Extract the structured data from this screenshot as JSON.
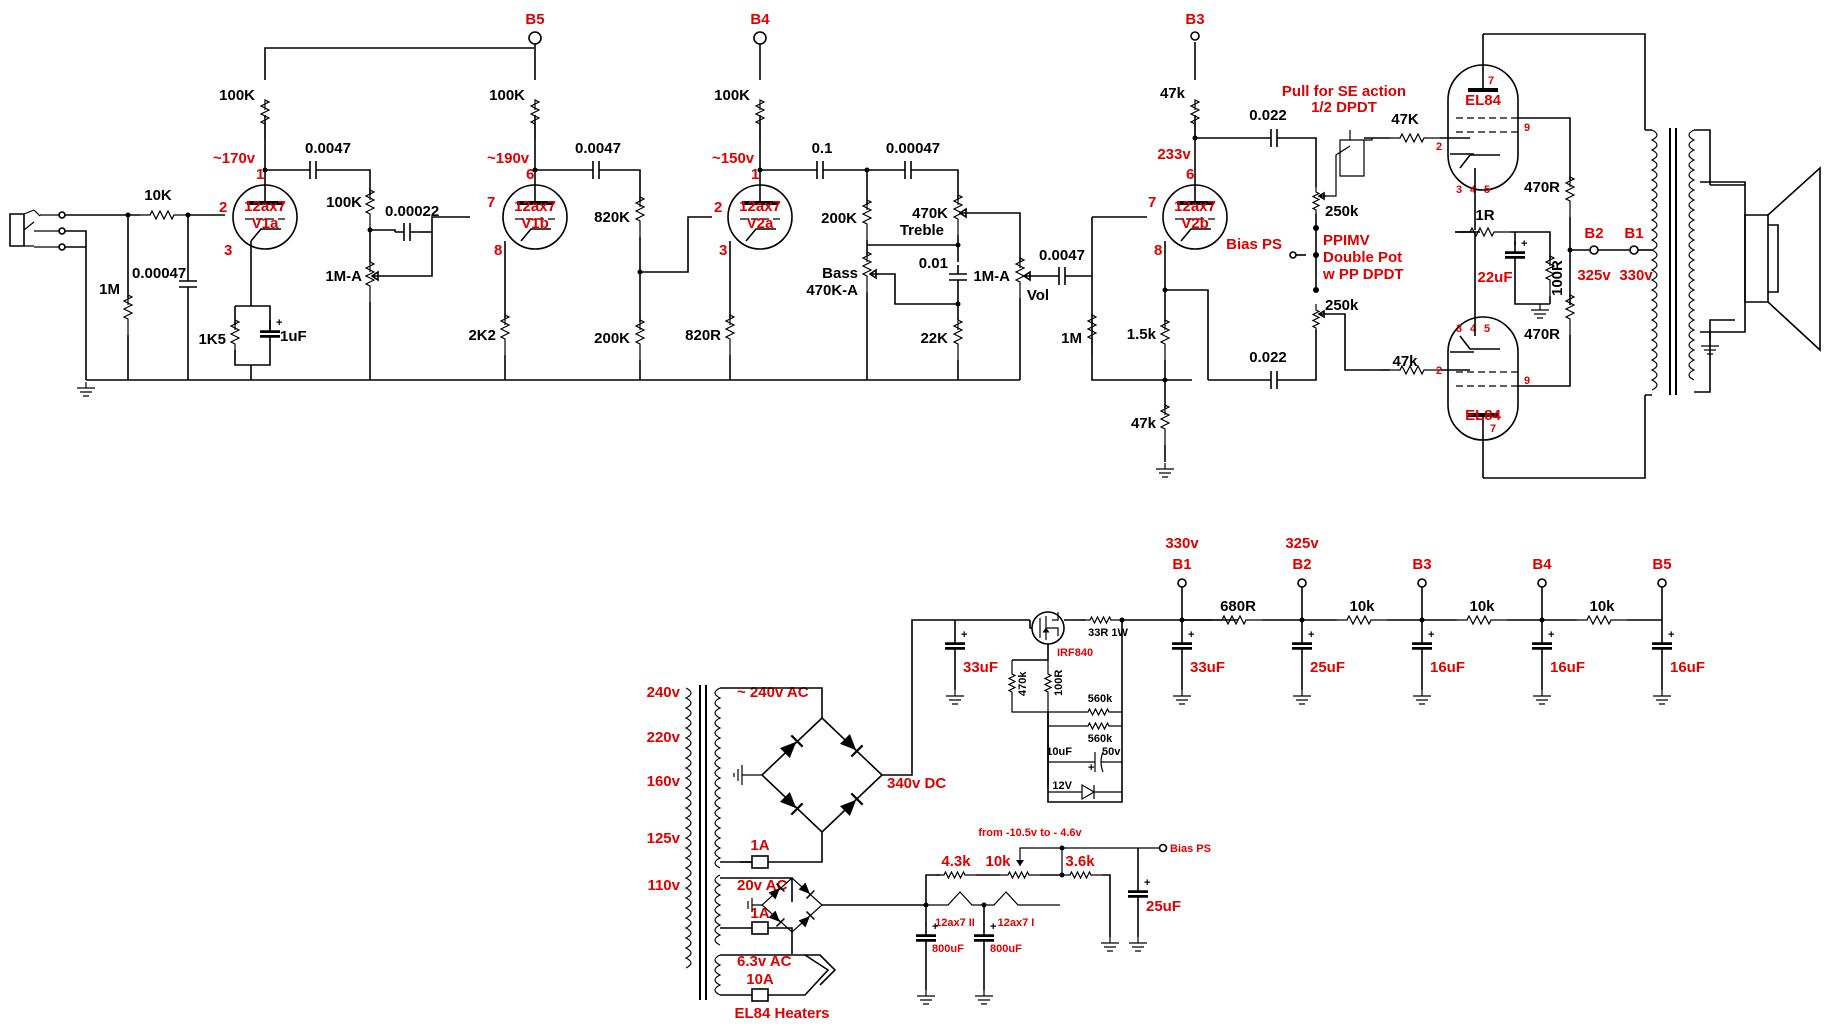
{
  "rails": {
    "b5": "B5",
    "b4": "B4",
    "b3": "B3",
    "b2": "B2",
    "b1": "B1",
    "b2_voltage": "325v",
    "b1_voltage": "330v"
  },
  "v1a": {
    "tube": "12ax7",
    "name": "V1a",
    "plate_pin": "1",
    "grid_pin": "2",
    "cathode_pin": "3",
    "plate_voltage": "~170v",
    "plate_resistor": "100K",
    "input_resistor": "10K",
    "grid_resistor": "1M",
    "input_cap": "0.00047",
    "cathode_resistor": "1K5",
    "cathode_cap": "1uF",
    "coupling_cap": "0.0047"
  },
  "v1b": {
    "tube": "12ax7",
    "name": "V1b",
    "plate_pin": "6",
    "grid_pin": "7",
    "cathode_pin": "8",
    "plate_voltage": "~190v",
    "plate_resistor": "100K",
    "stage1_load": "100K",
    "gain_pot": "1M-A",
    "bright_cap": "0.00022",
    "cathode_resistor": "2K2",
    "coupling_cap": "0.0047"
  },
  "v2a": {
    "tube": "12ax7",
    "name": "V2a",
    "plate_pin": "1",
    "grid_pin": "2",
    "cathode_pin": "3",
    "plate_voltage": "~150v",
    "plate_resistor": "100K",
    "divider_top": "820K",
    "divider_bottom": "200K",
    "cathode_resistor": "820R",
    "coupling_cap": "0.1"
  },
  "tonestack": {
    "treble_cap": "0.00047",
    "slope_resistor": "200K",
    "treble_pot": "470K",
    "treble_label": "Treble",
    "bass_label": "Bass",
    "bass_pot": "470K-A",
    "mid_cap": "0.01",
    "mid_resistor": "22K",
    "volume_pot": "1M-A",
    "volume_label": "Vol",
    "out_cap": "0.0047"
  },
  "v2b": {
    "tube": "12ax7",
    "name": "V2b",
    "plate_pin": "6",
    "grid_pin": "7",
    "cathode_pin": "8",
    "plate_voltage": "233v",
    "plate_resistor": "47k",
    "grid_resistor": "1M",
    "cathode_resistor": "1.5k",
    "tail_resistor": "47k",
    "cap_top": "0.022",
    "cap_bottom": "0.022"
  },
  "ppimv": {
    "switch_note_1": "Pull for SE action",
    "switch_note_2": "1/2 DPDT",
    "pot_top": "250k",
    "pot_bottom": "250k",
    "bias_label": "Bias PS",
    "label_1": "PPIMV",
    "label_2": "Double Pot",
    "label_3": "w PP DPDT"
  },
  "output": {
    "tube": "EL84",
    "grid_stopper_top": "47K",
    "grid_stopper_bottom": "47k",
    "pin_anode": "7",
    "pin_screen": "9",
    "pin_grid": "2",
    "pin_k1": "3",
    "pin_k2": "4",
    "pin_k3": "5",
    "screen_resistor_top": "470R",
    "screen_resistor_bottom": "470R",
    "cathode_sense": "1R",
    "cathode_cap": "22uF",
    "cathode_resistor": "100R"
  },
  "power_supply": {
    "taps": [
      "240v",
      "220v",
      "160v",
      "125v",
      "110v"
    ],
    "hv_winding": "~ 240v AC",
    "hv_fuse": "1A",
    "dc_voltage": "340v DC",
    "bias_winding": "20v AC",
    "bias_fuse": "1A",
    "heater_winding": "6.3v AC",
    "heater_fuse": "10A",
    "heater_label": "EL84 Heaters",
    "reservoir_cap": "33uF",
    "mosfet": "IRF840",
    "mosfet_res_1": "470k",
    "mosfet_res_2": "100R",
    "series_resistor": "33R 1W",
    "gate_res_1": "560k",
    "gate_res_2": "560k",
    "gate_cap": "10uF",
    "gate_cap_voltage": "50v",
    "zener": "12V",
    "b1_voltage": "330v",
    "b2_voltage": "325v",
    "b1_cap": "33uF",
    "b1_b2_resistor": "680R",
    "b2_cap": "25uF",
    "b2_b3_resistor": "10k",
    "b3_cap": "16uF",
    "b3_b4_resistor": "10k",
    "b4_cap": "16uF",
    "b4_b5_resistor": "10k",
    "b5_cap": "16uF",
    "bias_range": "from -10.5v to - 4.6v",
    "bias_out": "Bias PS",
    "bias_r1": "4.3k",
    "bias_pot": "10k",
    "bias_r2": "3.6k",
    "bias_cap": "25uF",
    "heater_ii": "12ax7 II",
    "heater_i": "12ax7 I",
    "filter_cap_1": "800uF",
    "filter_cap_2": "800uF"
  }
}
